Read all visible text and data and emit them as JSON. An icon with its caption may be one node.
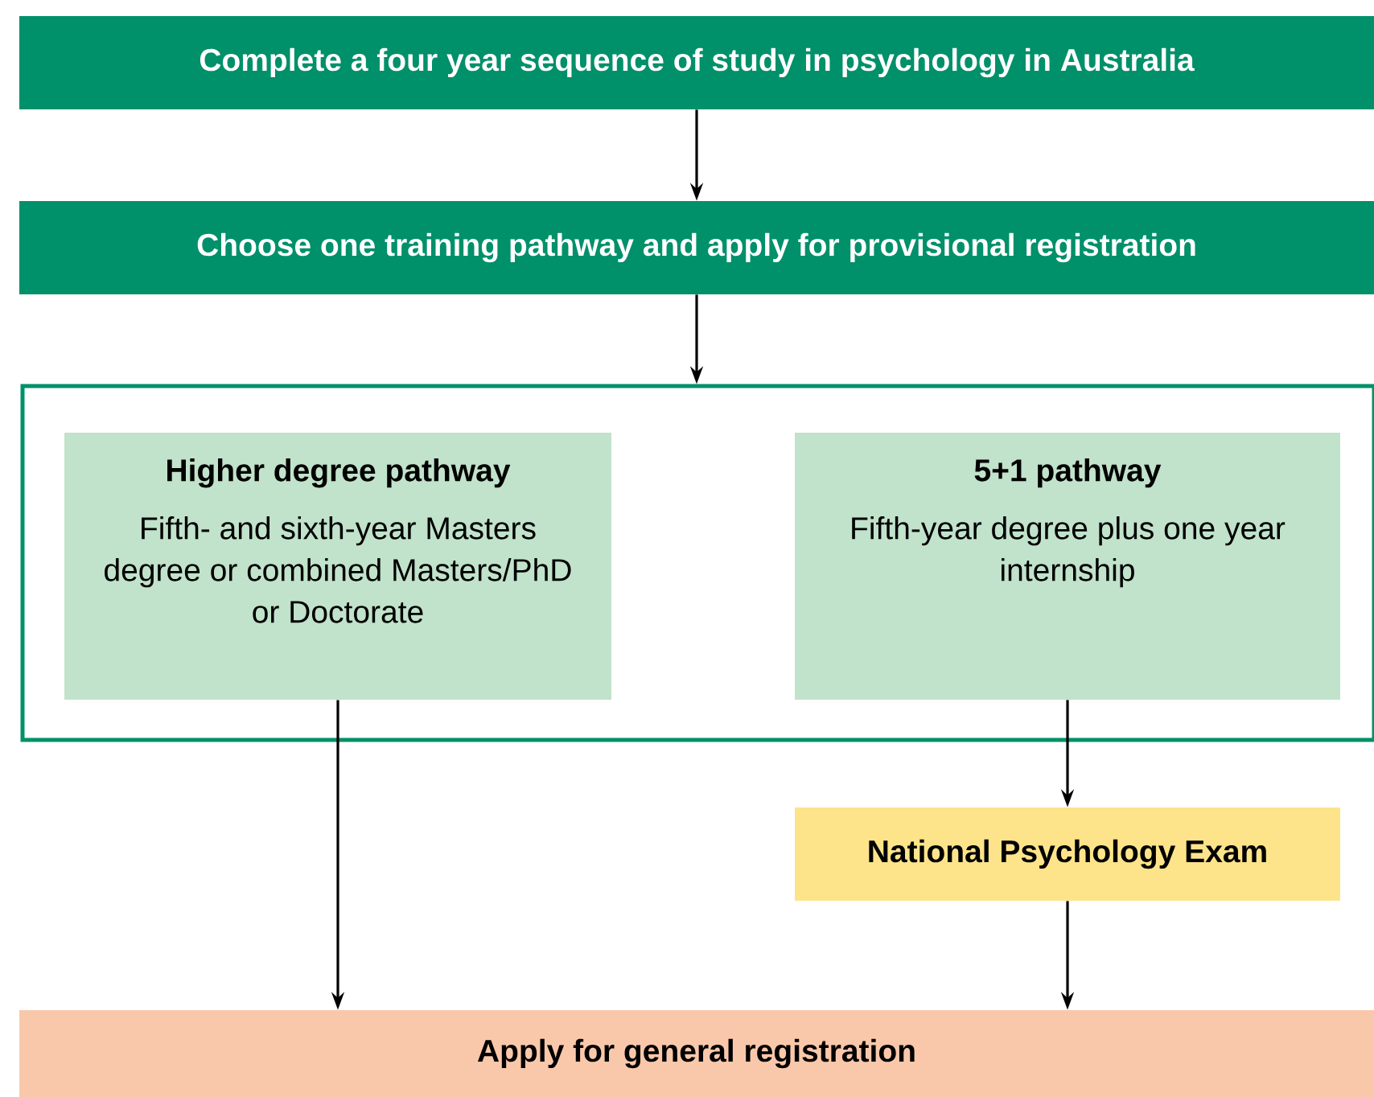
{
  "diagram": {
    "nodes": [
      {
        "text": [
          "Complete a four year sequence of study in psychology in Australia"
        ]
      },
      {
        "text": [
          "Choose one training pathway and apply for provisional registration"
        ]
      },
      {
        "text": [],
        "shape": "box"
      },
      {
        "text": [
          "Higher degree pathway",
          "Fifth- and sixth-year Masters degree or combined Masters/PhD or Doctorate"
        ],
        "in": 2
      },
      {
        "text": [
          "5+1 pathway",
          "Fifth-year degree plus one year internship"
        ],
        "in": 2
      },
      {
        "text": [
          "National Psychology Exam"
        ]
      },
      {
        "text": [
          "Apply for general registration"
        ]
      }
    ],
    "edges": [
      {
        "from": 0,
        "to": 1,
        "arrow": "to"
      },
      {
        "from": 1,
        "to": 2,
        "arrow": "to"
      },
      {
        "from": 3,
        "to": 6,
        "arrow": "to"
      },
      {
        "from": 4,
        "to": 5,
        "arrow": "to"
      },
      {
        "from": 5,
        "to": 6,
        "arrow": "to"
      }
    ]
  }
}
